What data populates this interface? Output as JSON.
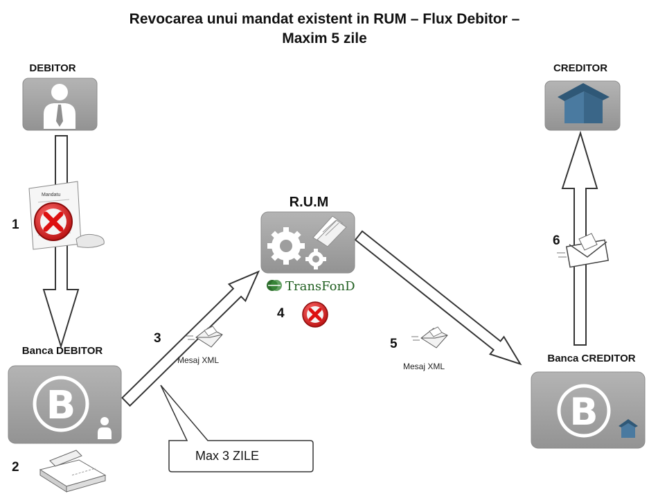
{
  "title": {
    "line1": "Revocarea unui  mandat existent in RUM – Flux  Debitor  –",
    "line2": "Maxim 5 zile"
  },
  "nodes": {
    "debitor": "DEBITOR",
    "creditor": "CREDITOR",
    "rum": "R.U.M",
    "banca_debitor": "Banca DEBITOR",
    "banca_creditor": "Banca CREDITOR",
    "transfond_logo": "TransFonD",
    "mandate_doc": "Mandatu"
  },
  "steps": [
    "1",
    "2",
    "3",
    "4",
    "5",
    "6"
  ],
  "messages": {
    "left": "Mesaj XML",
    "right": "Mesaj XML"
  },
  "callout": "Max 3 ZILE",
  "colors": {
    "box": "#a3a3a3",
    "box_edge": "#8c8c8c",
    "cancel_red": "#cc1f1f",
    "house_blue": "#3d6a8c",
    "transfond_green": "#2c6e2c"
  },
  "icons": [
    "person-icon",
    "house-icon",
    "bank-b-icon",
    "gears-icon",
    "cancel-icon",
    "envelope-icon",
    "document-icon",
    "scanner-icon"
  ]
}
